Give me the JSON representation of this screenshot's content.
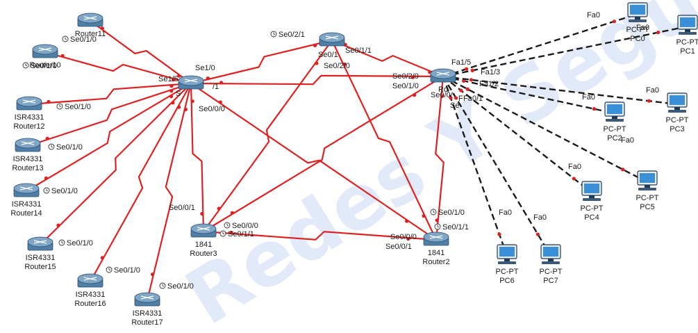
{
  "watermark": "Redes Y Seguridad",
  "colors": {
    "serial_link": "#e02020",
    "ethernet_link": "#1a1a1a",
    "router_body": "#4f7fa6",
    "pc_screen": "#3b8fd6"
  },
  "devices": [
    {
      "id": "r11",
      "type": "router",
      "name": "Router11",
      "model": ""
    },
    {
      "id": "r10",
      "type": "router",
      "name": "Router10",
      "model": ""
    },
    {
      "id": "r12",
      "type": "router",
      "name": "Router12",
      "model": "ISR4331"
    },
    {
      "id": "r13",
      "type": "router",
      "name": "Router13",
      "model": "ISR4331"
    },
    {
      "id": "r14",
      "type": "router",
      "name": "Router14",
      "model": "ISR4331"
    },
    {
      "id": "r15",
      "type": "router",
      "name": "Router15",
      "model": "ISR4331"
    },
    {
      "id": "r16",
      "type": "router",
      "name": "Router16",
      "model": "ISR4331"
    },
    {
      "id": "r17",
      "type": "router",
      "name": "Router17",
      "model": "ISR4331"
    },
    {
      "id": "r3",
      "type": "router",
      "name": "Router3",
      "model": "1841"
    },
    {
      "id": "r2",
      "type": "router",
      "name": "Router2",
      "model": "1841"
    },
    {
      "id": "r1",
      "type": "router",
      "name": "",
      "model": ""
    },
    {
      "id": "r0",
      "type": "router",
      "name": "Ro",
      "model": ""
    },
    {
      "id": "rc",
      "type": "router",
      "name": "",
      "model": ""
    },
    {
      "id": "pc0",
      "type": "pc",
      "name": "PC0",
      "model": "PC-PT"
    },
    {
      "id": "pc1",
      "type": "pc",
      "name": "PC1",
      "model": "PC-PT"
    },
    {
      "id": "pc2",
      "type": "pc",
      "name": "PC2",
      "model": "PC-PT"
    },
    {
      "id": "pc3",
      "type": "pc",
      "name": "PC3",
      "model": "PC-PT"
    },
    {
      "id": "pc4",
      "type": "pc",
      "name": "PC4",
      "model": "PC-PT"
    },
    {
      "id": "pc5",
      "type": "pc",
      "name": "PC5",
      "model": "PC-PT"
    },
    {
      "id": "pc6",
      "type": "pc",
      "name": "PC6",
      "model": "PC-PT"
    },
    {
      "id": "pc7",
      "type": "pc",
      "name": "PC7",
      "model": "PC-PT"
    }
  ],
  "links": [
    {
      "from": "rc",
      "to": "r11",
      "kind": "serial"
    },
    {
      "from": "rc",
      "to": "r10",
      "kind": "serial"
    },
    {
      "from": "rc",
      "to": "r12",
      "kind": "serial"
    },
    {
      "from": "rc",
      "to": "r13",
      "kind": "serial"
    },
    {
      "from": "rc",
      "to": "r14",
      "kind": "serial"
    },
    {
      "from": "rc",
      "to": "r15",
      "kind": "serial"
    },
    {
      "from": "rc",
      "to": "r16",
      "kind": "serial"
    },
    {
      "from": "rc",
      "to": "r17",
      "kind": "serial"
    },
    {
      "from": "rc",
      "to": "r3",
      "kind": "serial"
    },
    {
      "from": "rc",
      "to": "r1",
      "kind": "serial"
    },
    {
      "from": "rc",
      "to": "r0",
      "kind": "serial"
    },
    {
      "from": "rc",
      "to": "r2",
      "kind": "serial"
    },
    {
      "from": "r1",
      "to": "r0",
      "kind": "serial"
    },
    {
      "from": "r1",
      "to": "r3",
      "kind": "serial"
    },
    {
      "from": "r1",
      "to": "r2",
      "kind": "serial"
    },
    {
      "from": "r0",
      "to": "r3",
      "kind": "serial"
    },
    {
      "from": "r0",
      "to": "r2",
      "kind": "serial"
    },
    {
      "from": "r3",
      "to": "r2",
      "kind": "serial"
    },
    {
      "from": "r0",
      "to": "pc0",
      "kind": "ethernet"
    },
    {
      "from": "r0",
      "to": "pc1",
      "kind": "ethernet"
    },
    {
      "from": "r0",
      "to": "pc2",
      "kind": "ethernet"
    },
    {
      "from": "r0",
      "to": "pc3",
      "kind": "ethernet"
    },
    {
      "from": "r0",
      "to": "pc4",
      "kind": "ethernet"
    },
    {
      "from": "r0",
      "to": "pc5",
      "kind": "ethernet"
    },
    {
      "from": "r0",
      "to": "pc6",
      "kind": "ethernet"
    },
    {
      "from": "r0",
      "to": "pc7",
      "kind": "ethernet"
    }
  ],
  "port_labels": [
    {
      "text": "Se0/1/0",
      "clock": true
    },
    {
      "text": "Se0/1/0",
      "clock": true
    },
    {
      "text": "Se0/1/0",
      "clock": true
    },
    {
      "text": "Se0/1/0",
      "clock": true
    },
    {
      "text": "Se0/1/0",
      "clock": true
    },
    {
      "text": "Se0/1/0",
      "clock": true
    },
    {
      "text": "Se0/1/0",
      "clock": true
    },
    {
      "text": "Se0/1/0",
      "clock": true
    },
    {
      "text": "Se1/5",
      "clock": false
    },
    {
      "text": "Se1/0",
      "clock": false
    },
    {
      "text": "S",
      "clock": false
    },
    {
      "text": "/1",
      "clock": false
    },
    {
      "text": "Se0/0/0",
      "clock": false
    },
    {
      "text": "Se0/0/1",
      "clock": false
    },
    {
      "text": "Se0/2/1",
      "clock": true
    },
    {
      "text": "Se0/1",
      "clock": false
    },
    {
      "text": "Se0/1/1",
      "clock": false
    },
    {
      "text": "Se0/2/0",
      "clock": false
    },
    {
      "text": "Se0/2/0",
      "clock": false
    },
    {
      "text": "Se0/1/0",
      "clock": false
    },
    {
      "text": "Se0/0/",
      "clock": false
    },
    {
      "text": "Se",
      "clock": false
    },
    {
      "text": "F",
      "clock": false
    },
    {
      "text": "Fa1/5",
      "clock": false
    },
    {
      "text": "Fa1/3",
      "clock": false
    },
    {
      "text": "Fa1/2",
      "clock": false
    },
    {
      "text": "Fa0/1",
      "clock": false
    },
    {
      "text": "Se0/0/0",
      "clock": true
    },
    {
      "text": "Se0/1/1",
      "clock": true
    },
    {
      "text": "Se0/1/0",
      "clock": true
    },
    {
      "text": "Se0/1/1",
      "clock": true
    },
    {
      "text": "Se0/0/0",
      "clock": false
    },
    {
      "text": "Se0/0/1",
      "clock": false
    },
    {
      "text": "Fa0",
      "clock": false
    },
    {
      "text": "Fa0",
      "clock": false
    },
    {
      "text": "Fa0",
      "clock": false
    },
    {
      "text": "Fa0",
      "clock": false
    },
    {
      "text": "Fa0",
      "clock": false
    },
    {
      "text": "Fa0",
      "clock": false
    },
    {
      "text": "Fa0",
      "clock": false
    },
    {
      "text": "Fa0",
      "clock": false
    }
  ]
}
